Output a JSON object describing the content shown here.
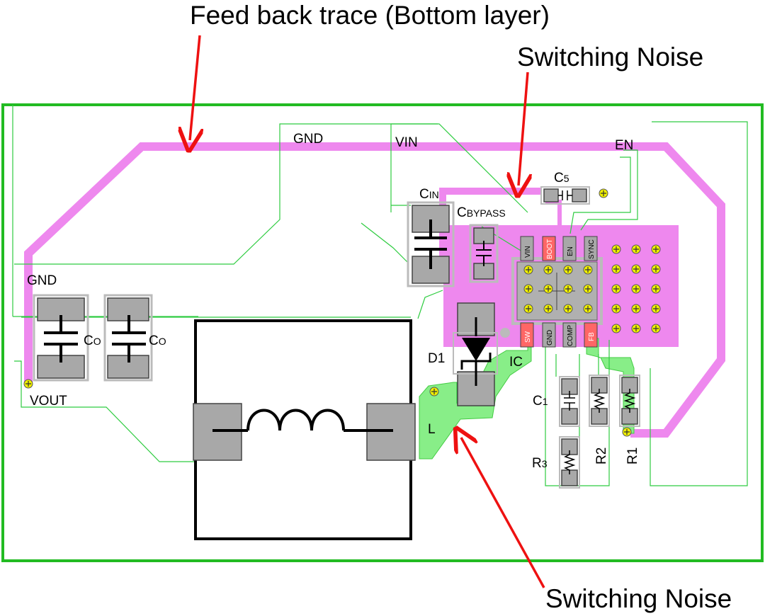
{
  "annotations": {
    "feedback_trace": "Feed back trace (Bottom layer)",
    "switching_noise_top": "Switching Noise",
    "switching_noise_bottom": "Switching Noise"
  },
  "nets": {
    "gnd_top": "GND",
    "gnd_left": "GND",
    "vin": "VIN",
    "en": "EN",
    "vout": "VOUT"
  },
  "components": {
    "cin_main": "C",
    "cin_sub": "IN",
    "cbypass_main": "C",
    "cbypass_sub": "BYPASS",
    "c5_main": "C",
    "c5_sub": "5",
    "co1_main": "C",
    "co1_sub": "O",
    "co2_main": "C",
    "co2_sub": "O",
    "d1": "D1",
    "ic": "IC",
    "l": "L",
    "c1_main": "C",
    "c1_sub": "1",
    "r3_main": "R",
    "r3_sub": "3",
    "r2": "R2",
    "r1": "R1"
  },
  "ic_pins": {
    "top": [
      "VIN",
      "BOOT",
      "EN",
      "SYNC"
    ],
    "bottom": [
      "SW",
      "GND",
      "COMP",
      "FB"
    ]
  },
  "colors": {
    "board_outline": "#22bb22",
    "trace_outline": "#44cc44",
    "bottom_layer": "#ee88ee",
    "copper_green": "#88ee88",
    "pad_gray": "#a8a8a8",
    "pin_red": "#ff6666",
    "via_yellow": "#eeee00",
    "arrow_red": "#ee1111"
  }
}
